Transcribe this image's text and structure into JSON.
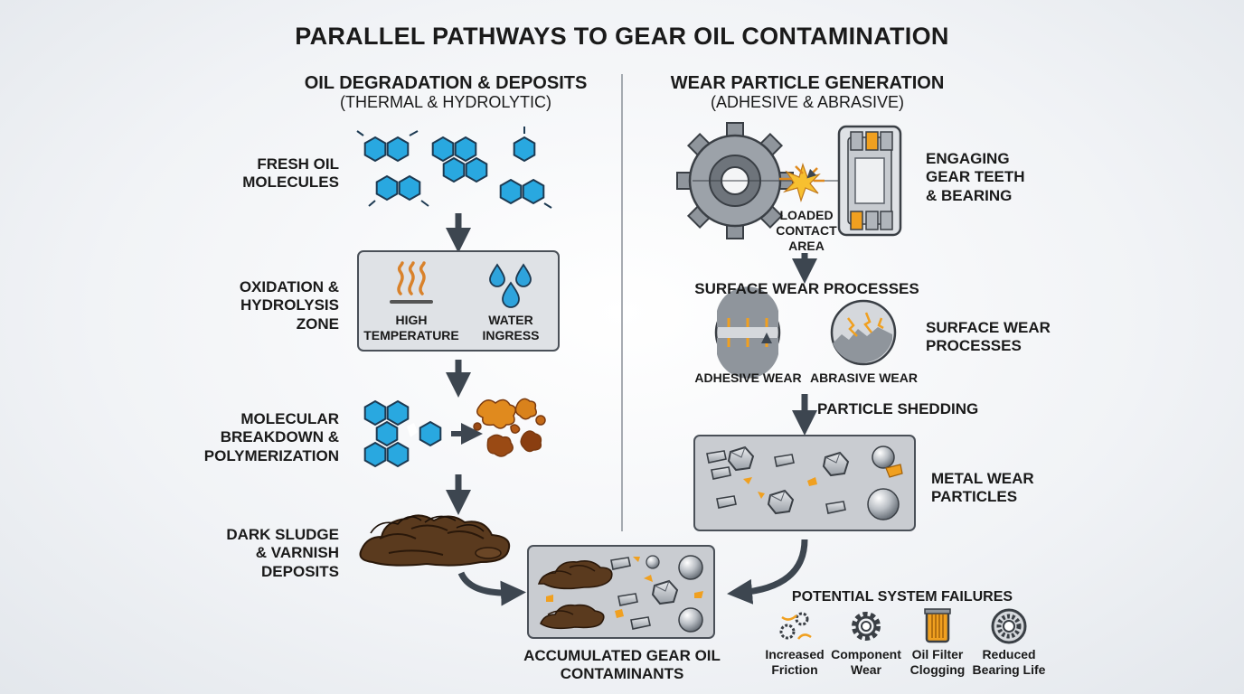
{
  "title": "PARALLEL PATHWAYS TO GEAR OIL CONTAMINATION",
  "left": {
    "heading": "OIL DEGRADATION & DEPOSITS",
    "subheading": "(THERMAL & HYDROLYTIC)",
    "fresh_label": "FRESH OIL\nMOLECULES",
    "zone_label": "OXIDATION &\nHYDROLYSIS\nZONE",
    "high_temp": "HIGH\nTEMPERATURE",
    "water_ingress": "WATER\nINGRESS",
    "breakdown_label": "MOLECULAR\nBREAKDOWN &\nPOLYMERIZATION",
    "sludge_label": "DARK SLUDGE\n& VARNISH\nDEPOSITS"
  },
  "right": {
    "heading": "WEAR PARTICLE GENERATION",
    "subheading": "(ADHESIVE & ABRASIVE)",
    "engaging_label": "ENGAGING\nGEAR TEETH\n& BEARING",
    "loaded_label": "LOADED\nCONTACT\nAREA",
    "surface_heading": "SURFACE WEAR PROCESSES",
    "surface_label": "SURFACE WEAR\nPROCESSES",
    "adhesive": "ADHESIVE WEAR",
    "abrasive": "ABRASIVE WEAR",
    "shedding": "PARTICLE SHEDDING",
    "metal_label": "METAL WEAR\nPARTICLES"
  },
  "center": {
    "accumulated": "ACCUMULATED GEAR OIL\nCONTAMINANTS"
  },
  "failures": {
    "heading": "POTENTIAL SYSTEM FAILURES",
    "items": [
      {
        "label": "Increased\nFriction",
        "icon": "friction-gears-icon"
      },
      {
        "label": "Component\nWear",
        "icon": "gear-icon"
      },
      {
        "label": "Oil Filter\nClogging",
        "icon": "oil-filter-icon"
      },
      {
        "label": "Reduced\nBearing Life",
        "icon": "bearing-icon"
      }
    ]
  },
  "colors": {
    "molecule": "#29a8e0",
    "molecule_stroke": "#1d3a52",
    "arrow": "#3d4650",
    "panel": "#c9ccd1",
    "heat": "#d9822b",
    "water": "#2ea3dc",
    "sludge": "#5a3a1e",
    "orange": "#f0a020"
  }
}
